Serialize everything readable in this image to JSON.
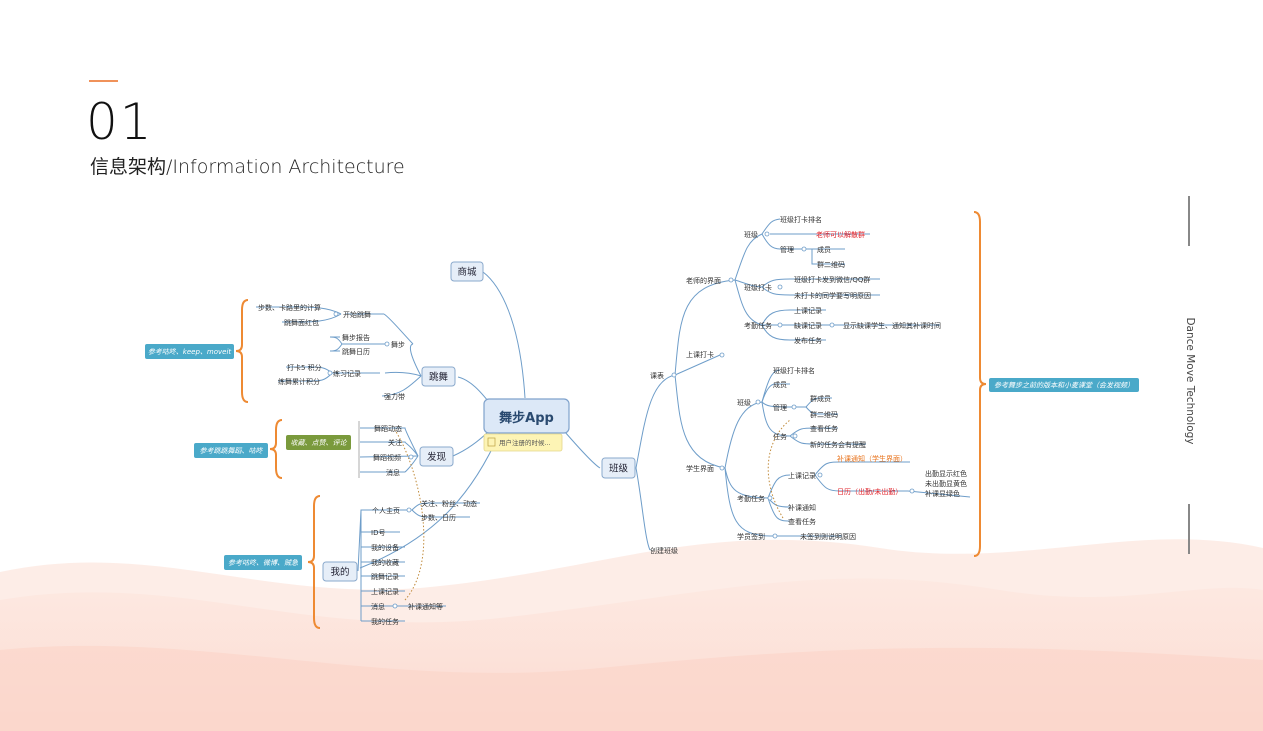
{
  "header": {
    "number": "01",
    "title": "信息架构/Information Architecture",
    "side_label": "Dance Move Technology"
  },
  "colors": {
    "branch_line": "#6e9dc9",
    "node_fill": "#e6eef8",
    "node_stroke": "#8aa9cc",
    "brace": "#ee8a33",
    "note_teal": "#4aa9c9",
    "note_green": "#7a9a3c",
    "highlight_red": "#e0232b",
    "highlight_orange": "#e8731c",
    "callout_fill": "#fdf4b5",
    "wave": "#fbd9cf"
  },
  "mindmap": {
    "root": "舞步App",
    "root_note": "用户注册的时候...",
    "branches": {
      "shop": "商城",
      "dance": {
        "label": "跳舞",
        "start": "开始跳舞",
        "steps_calc": "步数、卡路里的计算",
        "red_packet": "跳舞面红包",
        "dance_step": "舞步",
        "report": "舞步报告",
        "diary": "跳舞日历",
        "practice": "练习记录",
        "checkin_points": "打卡5 积分",
        "total_points": "练舞累计积分",
        "leaderboard": "强力带",
        "note": "参考咕咚、keep、moveit"
      },
      "discover": {
        "label": "发现",
        "feed": "舞蹈动态",
        "follow": "关注",
        "video": "舞蹈视频",
        "message": "消息",
        "note_teal": "参考跳跳舞蹈、咕咚",
        "note_green": "收藏、点赞、评论"
      },
      "mine": {
        "label": "我的",
        "homepage": "个人主页",
        "home_sub1": "关注、粉丝、动态",
        "home_sub2": "步数、日历",
        "id": "ID号",
        "device": "我的设备",
        "favorites": "我的收藏",
        "dance_record": "跳舞记录",
        "class_record": "上课记录",
        "message": "消息",
        "message_sub": "补课通知等",
        "tasks": "我的任务",
        "note": "参考咕咚、微博、贼急"
      },
      "class": {
        "label": "班级",
        "schedule": "课表",
        "create": "创建班级",
        "teacher": {
          "label": "老师的界面",
          "group": "班级",
          "rank": "班级打卡排名",
          "unlock": "老师可以解散群",
          "manage": "管理",
          "members": "成员",
          "qrcode": "群二维码",
          "checkin": "班级打卡",
          "share": "班级打卡发到微信/QQ群",
          "reason": "未打卡的同学要写明原因",
          "attendance": "考勤任务",
          "class_record": "上课记录",
          "absence": "缺课记录",
          "absence_sub": "显示缺课学生、通知其补课时间",
          "publish": "发布任务"
        },
        "checkin_class": "上课打卡",
        "student": {
          "label": "学生界面",
          "group": "班级",
          "rank": "班级打卡排名",
          "members": "成员",
          "manage": "管理",
          "group_members": "群成员",
          "qrcode": "群二维码",
          "task": "任务",
          "view_task": "查看任务",
          "new_task": "新的任务会有提醒",
          "attendance": "考勤任务",
          "class_record": "上课记录",
          "makeup_notice_red": "补课通知（学生界面）",
          "calendar": "日历（出勤/未出勤）",
          "present": "出勤显示红色",
          "absent": "未出勤显黄色",
          "makeup": "补课显绿色",
          "makeup_notice": "补课通知",
          "view_task2": "查看任务",
          "sign": "学员签到",
          "sign_sub": "未签到则说明原因"
        },
        "note": "参考舞步之前的版本和小麦课堂（会发视频）"
      }
    }
  }
}
